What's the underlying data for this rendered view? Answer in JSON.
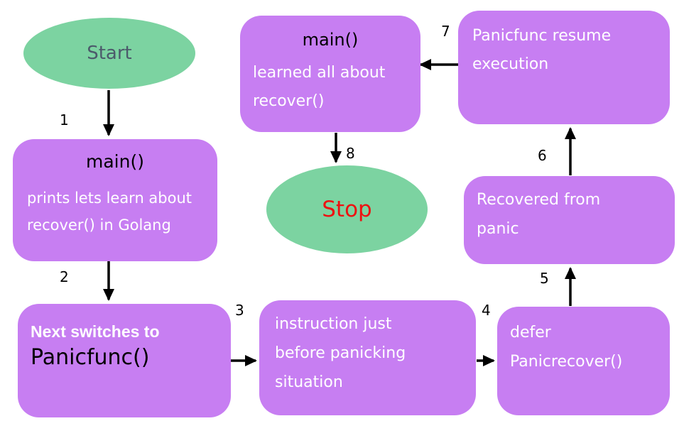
{
  "colors": {
    "canvas_bg": "#ffffff",
    "node_fill": "#c77ef2",
    "terminal_fill": "#7cd3a1",
    "start_text": "#4c5a6b",
    "stop_text": "#ee1111",
    "node_title_text": "#000000",
    "node_body_text": "#ffffff",
    "arrow": "#000000",
    "step_label": "#000000"
  },
  "nodes": {
    "start": {
      "label": "Start"
    },
    "main_prints": {
      "title": "main()",
      "lines": [
        "prints lets learn about",
        "recover() in Golang"
      ]
    },
    "next_switches": {
      "intro": "Next switches to",
      "emphasis": "Panicfunc()"
    },
    "instruction": {
      "lines": [
        "instruction just",
        "before panicking",
        "situation"
      ]
    },
    "defer_recover": {
      "lines": [
        "defer",
        "Panicrecover()"
      ]
    },
    "recovered": {
      "lines": [
        "Recovered from",
        "panic"
      ]
    },
    "resume": {
      "lines": [
        "Panicfunc resume",
        "execution"
      ]
    },
    "main_learned": {
      "title": "main()",
      "lines": [
        "learned all about",
        "recover()"
      ]
    },
    "stop": {
      "label": "Stop"
    }
  },
  "steps": [
    "1",
    "2",
    "3",
    "4",
    "5",
    "6",
    "7",
    "8"
  ]
}
